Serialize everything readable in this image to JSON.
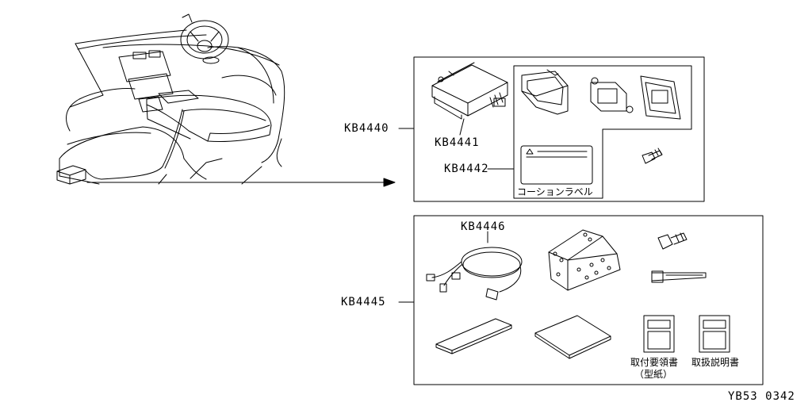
{
  "labels": {
    "kb4440": "KB4440",
    "kb4441": "KB4441",
    "kb4442": "KB4442",
    "kb4445": "KB4445",
    "kb4446": "KB4446"
  },
  "notes": {
    "caution_label": "コーションラベル",
    "install_guide": "取付要領書",
    "install_guide_sub": "（型紙）",
    "manual": "取扱説明書"
  },
  "figure_code": "YB53 0342"
}
